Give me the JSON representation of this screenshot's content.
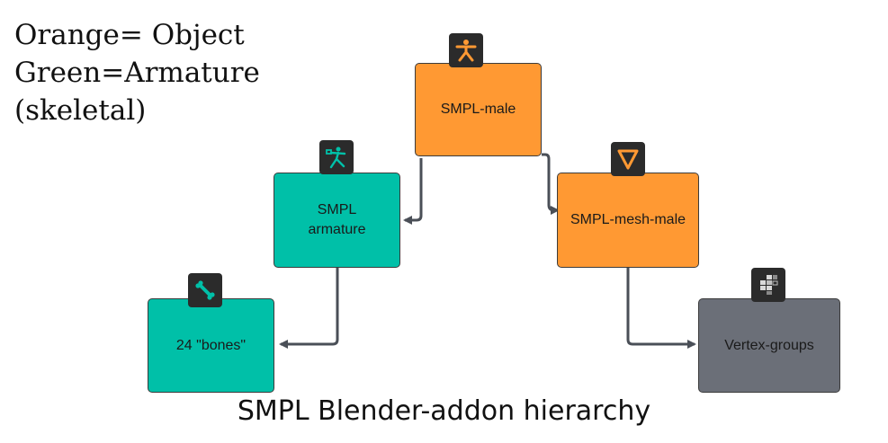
{
  "legend": {
    "line1": "Orange= Object",
    "line2": "Green=Armature",
    "line3": "(skeletal)"
  },
  "colors": {
    "object": "#FF9933",
    "armature": "#00C0A8",
    "vertex_groups": "#6B6F78",
    "icon_bg": "#2B2B2B",
    "connector": "#4A4F57"
  },
  "nodes": {
    "smpl_male": {
      "label": "SMPL-male",
      "icon": "person-pose-icon"
    },
    "smpl_armature": {
      "label_line1": "SMPL",
      "label_line2": "armature",
      "icon": "armature-figure-icon"
    },
    "smpl_mesh_male": {
      "label": "SMPL-mesh-male",
      "icon": "mesh-triangle-icon"
    },
    "bones": {
      "label": "24 \"bones\"",
      "icon": "bone-icon"
    },
    "vertex_groups": {
      "label": "Vertex-groups",
      "icon": "vertex-groups-icon"
    }
  },
  "caption": "SMPL Blender-addon hierarchy"
}
